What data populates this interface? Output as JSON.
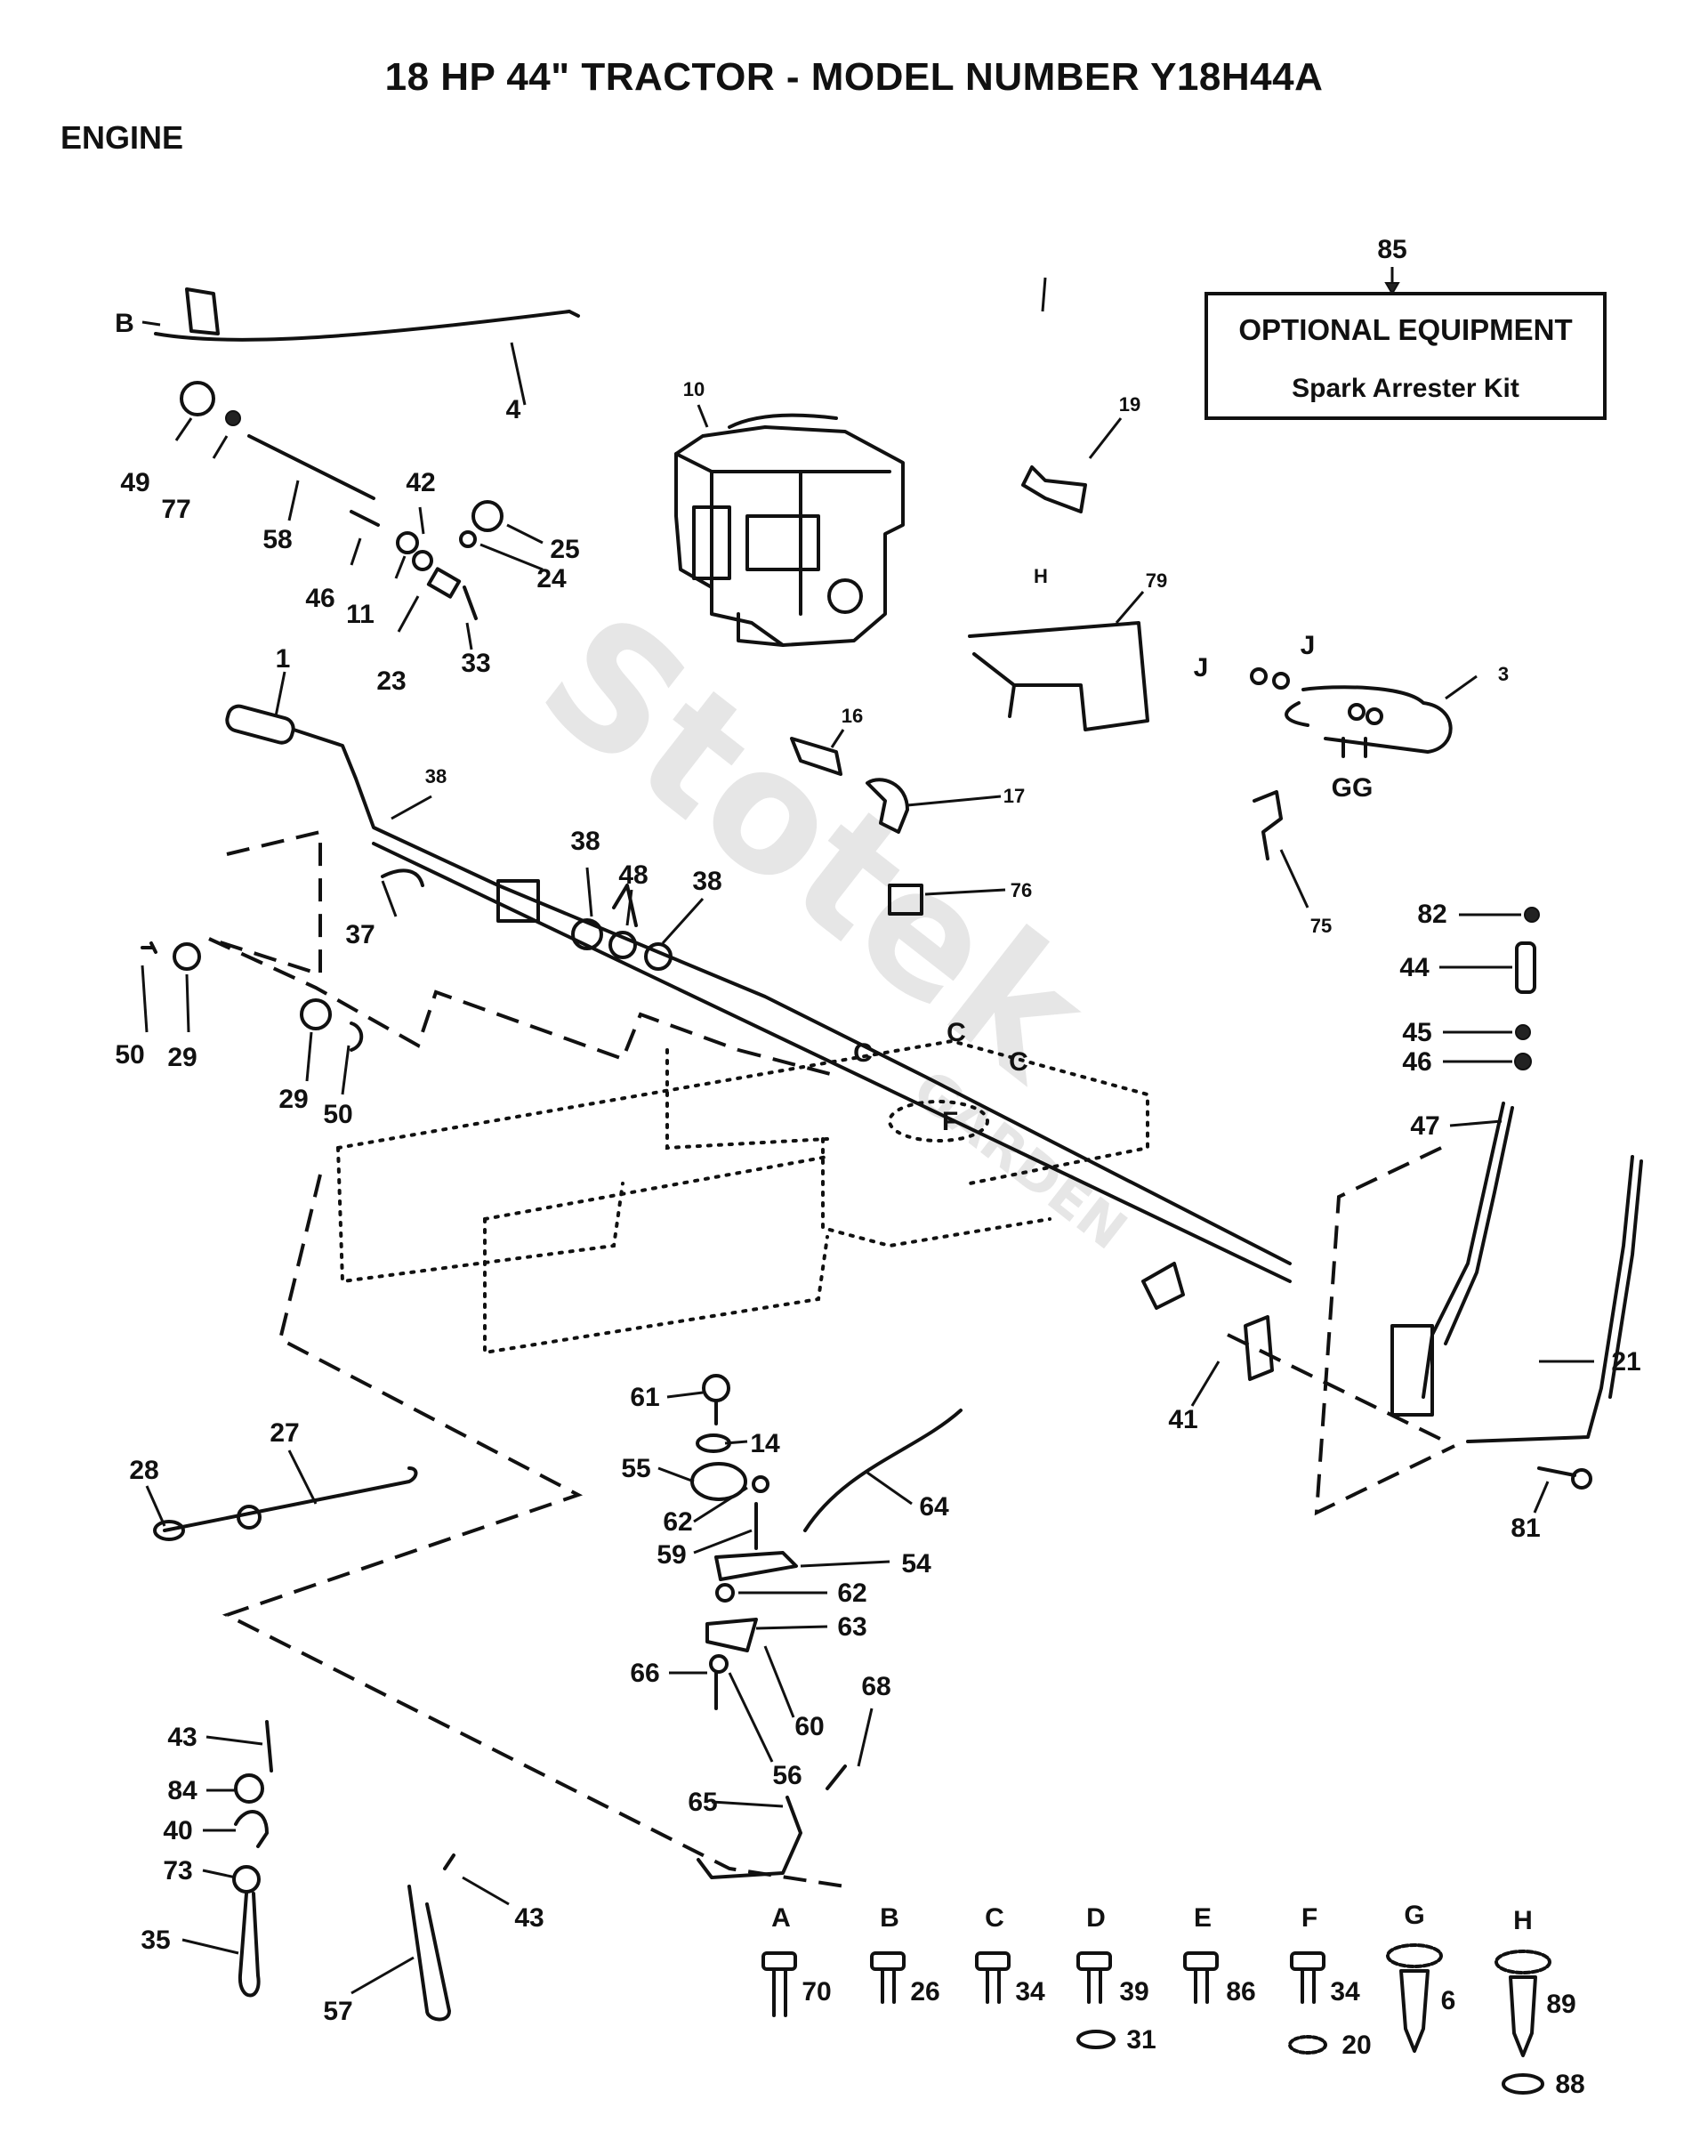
{
  "header": {
    "title": "18 HP 44\" TRACTOR - MODEL NUMBER Y18H44A",
    "section": "ENGINE"
  },
  "optional_box": {
    "ref": "85",
    "title": "OPTIONAL EQUIPMENT",
    "subtitle": "Spark Arrester Kit"
  },
  "watermark": {
    "brand": "Stotek",
    "sub": "GARDEN"
  },
  "callouts": {
    "c1": "1",
    "c3": "3",
    "c4": "4",
    "c10": "10",
    "c11": "11",
    "c14": "14",
    "c16": "16",
    "c17": "17",
    "c19": "19",
    "c21": "21",
    "c23": "23",
    "c24": "24",
    "c25": "25",
    "c27": "27",
    "c28": "28",
    "c29a": "29",
    "c29b": "29",
    "c33": "33",
    "c35": "35",
    "c37": "37",
    "c38a": "38",
    "c38b": "38",
    "c38c": "38",
    "c40": "40",
    "c41": "41",
    "c42": "42",
    "c43a": "43",
    "c43b": "43",
    "c44": "44",
    "c45": "45",
    "c46a": "46",
    "c46b": "46",
    "c47": "47",
    "c48": "48",
    "c49": "49",
    "c50a": "50",
    "c50b": "50",
    "c54": "54",
    "c55": "55",
    "c56": "56",
    "c57": "57",
    "c58": "58",
    "c59": "59",
    "c60": "60",
    "c61": "61",
    "c62a": "62",
    "c62b": "62",
    "c63": "63",
    "c64": "64",
    "c65": "65",
    "c66": "66",
    "c68": "68",
    "c73": "73",
    "c75": "75",
    "c76": "76",
    "c77": "77",
    "c79": "79",
    "c81": "81",
    "c82": "82",
    "c84": "84",
    "lB": "B",
    "lC1": "C",
    "lC2": "C",
    "lC3": "C",
    "lF": "F",
    "lH": "H",
    "lJ1": "J",
    "lJ2": "J",
    "lG": "GG"
  },
  "hardware": [
    {
      "letter": "A",
      "part": "70"
    },
    {
      "letter": "B",
      "part": "26"
    },
    {
      "letter": "C",
      "part": "34"
    },
    {
      "letter": "D",
      "part": "39",
      "washer": "31"
    },
    {
      "letter": "E",
      "part": "86"
    },
    {
      "letter": "F",
      "part": "34",
      "washer": "20"
    },
    {
      "letter": "G",
      "part": "6"
    },
    {
      "letter": "H",
      "part": "89",
      "washer": "88"
    }
  ]
}
